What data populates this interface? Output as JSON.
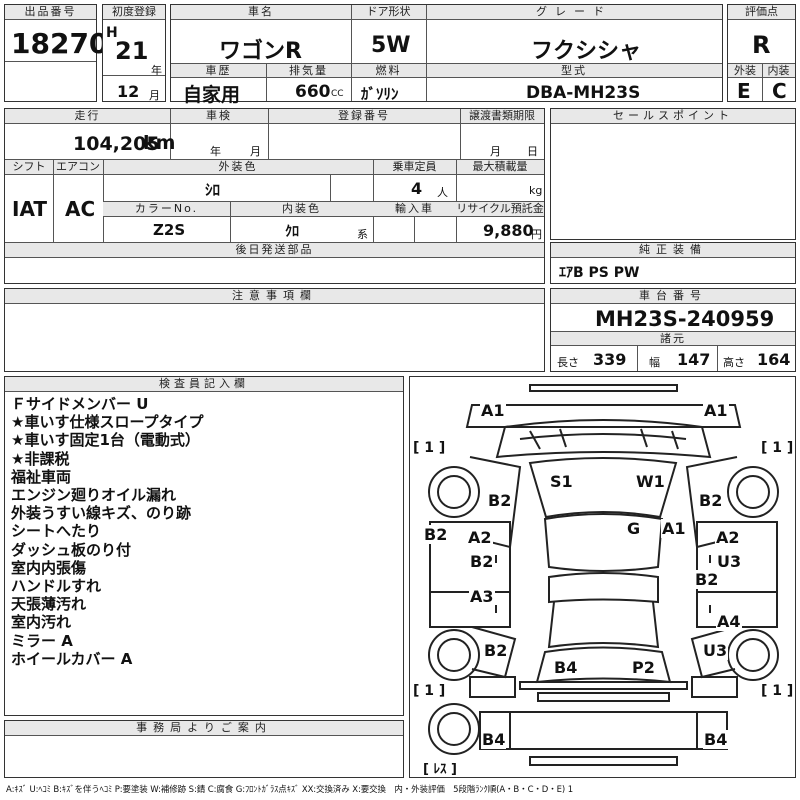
{
  "header": {
    "lot_label": "出品番号",
    "lot_number": "18270",
    "first_reg_label": "初度登録",
    "era": "H",
    "year": "21",
    "year_unit": "年",
    "month": "12",
    "month_unit": "月",
    "car_name_label": "車名",
    "car_name": "ワゴンR",
    "doors_label": "ドア形状",
    "doors": "5W",
    "grade_label": "グレード",
    "grade": "フクシシャ",
    "score_label": "評価点",
    "score": "R",
    "history_label": "車歴",
    "history": "自家用",
    "displacement_label": "排気量",
    "displacement": "660",
    "displacement_unit": "CC",
    "fuel_label": "燃料",
    "fuel": "ｶﾞｿﾘﾝ",
    "model_label": "型式",
    "model": "DBA-MH23S",
    "exterior_label": "外装",
    "exterior": "E",
    "interior_label": "内装",
    "interior": "C"
  },
  "details": {
    "mileage_label": "走行",
    "mileage": "104,205",
    "mileage_unit": "km",
    "inspection_label": "車検",
    "insp_year_unit": "年",
    "insp_month_unit": "月",
    "registration_label": "登録番号",
    "transfer_label": "譲渡書類期限",
    "transfer_month_unit": "月",
    "transfer_day_unit": "日",
    "shift_label": "シフト",
    "shift": "IAT",
    "ac_label": "エアコン",
    "ac": "AC",
    "color_label": "外装色",
    "color": "ｼﾛ",
    "capacity_label": "乗車定員",
    "capacity": "4",
    "capacity_unit": "人",
    "load_label": "最大積載量",
    "load_unit": "kg",
    "color_no_label": "カラーNo.",
    "color_no": "Z2S",
    "interior_color_label": "内装色",
    "interior_color": "ｸﾛ",
    "interior_color_unit": "系",
    "import_label": "輸入車",
    "recycle_label": "リサイクル預託金",
    "recycle": "9,880",
    "recycle_unit": "円",
    "later_parts_label": "後日発送部品"
  },
  "sales_points": {
    "label": "セールスポイント"
  },
  "equipment": {
    "label": "純正装備",
    "value": "ｴｱB PS PW"
  },
  "notes": {
    "label": "注意事項欄"
  },
  "chassis": {
    "label": "車台番号",
    "value": "MH23S-240959",
    "spec_label": "諸元",
    "length_label": "長さ",
    "length": "339",
    "width_label": "幅",
    "width": "147",
    "height_label": "高さ",
    "height": "164"
  },
  "inspector": {
    "label": "検査員記入欄",
    "remarks": [
      "Ｆサイドメンバー U",
      "★車いす仕様スロープタイプ",
      "★車いす固定1台（電動式）",
      "★非課税",
      "福祉車両",
      "エンジン廻りオイル漏れ",
      "外装うすい線キズ、のり跡",
      "シートへたり",
      "ダッシュ板のり付",
      "室内内張傷",
      "ハンドルすれ",
      "天張薄汚れ",
      "室内汚れ",
      "ミラー A",
      "ホイールカバー A"
    ]
  },
  "office": {
    "label": "事務局よりご案内"
  },
  "diagram": {
    "codes": {
      "a1_tl": "A1",
      "a1_tr": "A1",
      "tire_fl": "[ 1 ]",
      "tire_fr": "[ 1 ]",
      "s1": "S1",
      "w1": "W1",
      "b2_fl": "B2",
      "b2_fr": "B2",
      "g": "G",
      "a1_mid": "A1",
      "b2_left": "B2",
      "a2_left": "A2",
      "a2_right": "A2",
      "b2_door_l": "B2",
      "u3_right": "U3",
      "b2_door_r": "B2",
      "a3_left": "A3",
      "a4_right": "A4",
      "b2_rl": "B2",
      "u3_rr": "U3",
      "b4_roof": "B4",
      "p2_roof": "P2",
      "tire_rl": "[ 1 ]",
      "tire_rr": "[ 1 ]",
      "b4_bl": "B4",
      "b4_br": "B4",
      "spare": "[ ﾚｽ ]"
    }
  },
  "legend": "A:ｷｽﾞ U:ﾍｺﾐ B:ｷｽﾞを伴うﾍｺﾐ P:要塗装 W:補修跡 S:錆 C:腐食 G:ﾌﾛﾝﾄｶﾞﾗｽ点ｷｽﾞ XX:交換済み X:要交換　内・外装評価　5段階ﾗﾝｸ順(A・B・C・D・E) 1"
}
